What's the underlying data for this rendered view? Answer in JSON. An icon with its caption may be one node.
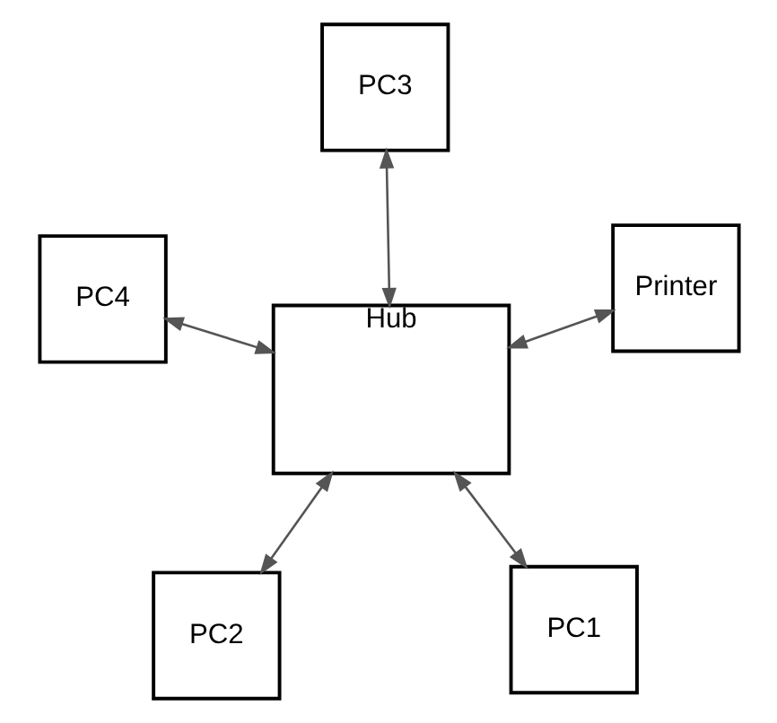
{
  "diagram": {
    "nodes": [
      {
        "text": [
          "PC2"
        ]
      },
      {
        "text": [
          "PC1"
        ]
      },
      {
        "text": [
          "Hub"
        ]
      },
      {
        "text": [
          "PC3"
        ]
      },
      {
        "text": [
          "Printer"
        ]
      },
      {
        "text": [
          "PC4"
        ]
      }
    ],
    "edges": [
      {
        "from": 2,
        "to": 0,
        "arrow": "both"
      },
      {
        "from": 2,
        "to": 1,
        "arrow": "both"
      },
      {
        "from": 2,
        "to": 3,
        "arrow": "both"
      },
      {
        "from": 2,
        "to": 4,
        "arrow": "both"
      },
      {
        "from": 2,
        "to": 5,
        "arrow": "both"
      }
    ]
  }
}
